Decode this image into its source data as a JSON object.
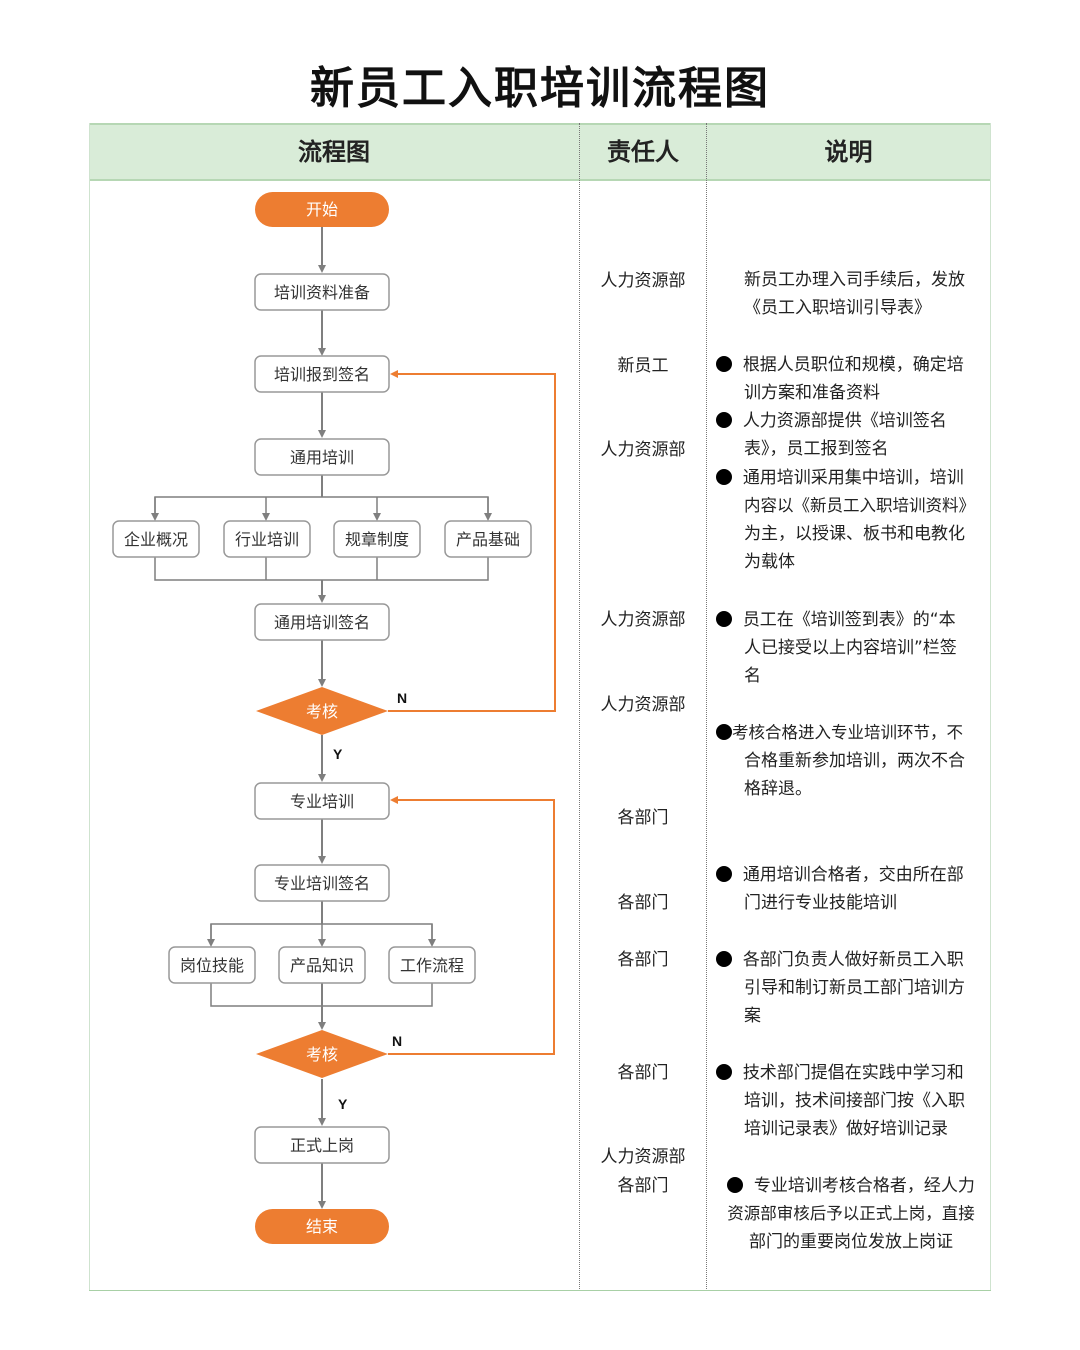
{
  "title": "新员工入职培训流程图",
  "colors": {
    "accent_orange": "#ED7D31",
    "header_green": "#D9ECD8",
    "node_border": "#999999",
    "connector_gray": "#7F7F7F",
    "feedback_line": "#ED7D31"
  },
  "table": {
    "headers": [
      "流程图",
      "责任人",
      "说明"
    ]
  },
  "flowchart": {
    "start": "开始",
    "end": "结束",
    "steps": {
      "prepare": "培训资料准备",
      "signin": "培训报到签名",
      "general": "通用培训",
      "general_sign": "通用培训签名",
      "review1": "考核",
      "professional": "专业培训",
      "professional_sign": "专业培训签名",
      "review2": "考核",
      "onboard": "正式上岗"
    },
    "general_branches": [
      "企业概况",
      "行业培训",
      "规章制度",
      "产品基础"
    ],
    "professional_branches": [
      "岗位技能",
      "产品知识",
      "工作流程"
    ],
    "labels": {
      "yes": "Y",
      "no": "N"
    }
  },
  "responsible": [
    "人力资源部",
    "新员工",
    "人力资源部",
    "人力资源部",
    "人力资源部",
    "各部门",
    "各部门",
    "各部门",
    "各部门",
    "人力资源部",
    "各部门"
  ],
  "descriptions": [
    {
      "bullet": false,
      "lines": [
        "新员工办理入司手续后，发放",
        "《员工入职培训引导表》"
      ]
    },
    {
      "bullet": true,
      "lines": [
        "根据人员职位和规模，确定培",
        "训方案和准备资料"
      ]
    },
    {
      "bullet": true,
      "lines": [
        "人力资源部提供《培训签名",
        "表》，员工报到签名"
      ]
    },
    {
      "bullet": true,
      "lines": [
        "通用培训采用集中培训，培训",
        "内容以《新员工入职培训资料》",
        "为主，以授课、板书和电教化",
        "为载体"
      ]
    },
    {
      "bullet": true,
      "lines": [
        "员工在《培训签到表》的“本",
        "人已接受以上内容培训”栏签",
        "名"
      ]
    },
    {
      "bullet": true,
      "lines": [
        "考核合格进入专业培训环节，不",
        "合格重新参加培训，两次不合",
        "格辞退。"
      ]
    },
    {
      "bullet": true,
      "lines": [
        "通用培训合格者，交由所在部",
        "门进行专业技能培训"
      ]
    },
    {
      "bullet": true,
      "lines": [
        "各部门负责人做好新员工入职",
        "引导和制订新员工部门培训方",
        "案"
      ]
    },
    {
      "bullet": true,
      "lines": [
        "技术部门提倡在实践中学习和",
        "培训，技术间接部门按《入职",
        "培训记录表》做好培训记录"
      ]
    },
    {
      "bullet": true,
      "lines": [
        "专业培训考核合格者，经人力",
        "资源部审核后予以正式上岗，直接",
        "部门的重要岗位发放上岗证"
      ]
    }
  ]
}
